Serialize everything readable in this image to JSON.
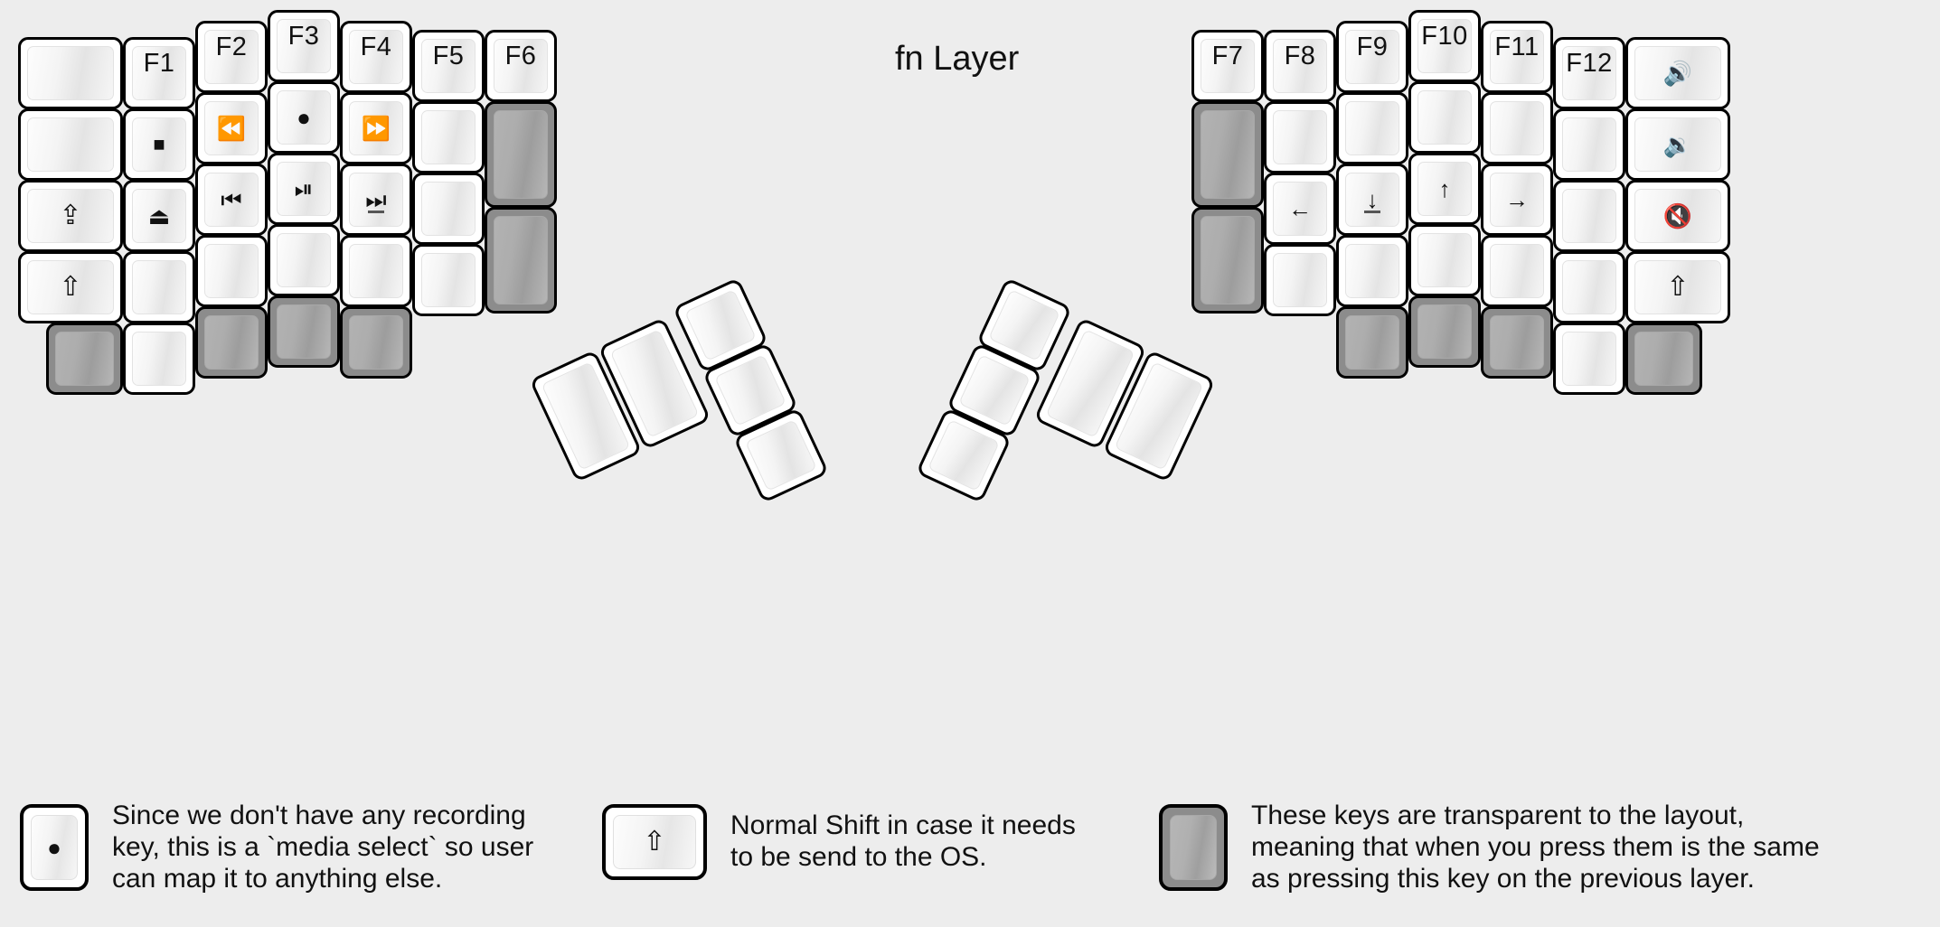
{
  "title": "fn Layer",
  "colors": {
    "background": "#ededed",
    "key_face": "#ffffff",
    "key_outline": "#000000",
    "transparent_key": "#8c8c8c"
  },
  "glyphs": {
    "record": "●",
    "stop": "■",
    "eject": "⏏",
    "rewind": "⏪",
    "fast_forward": "⏩",
    "prev_track": "⏮",
    "play_pause": "⏯",
    "next_track": "⏭",
    "shift_lock": "⇪",
    "shift": "⇧",
    "arrow_left": "←",
    "arrow_down": "↓",
    "arrow_up": "↑",
    "arrow_right": "→",
    "volume_up": "🔊",
    "volume_down": "🔉",
    "volume_mute": "🔇"
  },
  "left_half": {
    "columns": [
      {
        "name": "col-pinky-outer",
        "keys": [
          {
            "label": "",
            "icon": "",
            "type": "normal"
          },
          {
            "label": "",
            "icon": "",
            "type": "normal"
          },
          {
            "label": "",
            "icon": "shift-lock-icon",
            "type": "normal"
          },
          {
            "label": "",
            "icon": "shift-icon",
            "type": "normal"
          },
          {
            "label": "",
            "icon": "",
            "type": "transparent"
          }
        ]
      },
      {
        "name": "col-pinky",
        "keys": [
          {
            "label": "F1",
            "icon": "",
            "type": "normal"
          },
          {
            "label": "",
            "icon": "stop-icon",
            "type": "normal"
          },
          {
            "label": "",
            "icon": "eject-icon",
            "type": "normal"
          },
          {
            "label": "",
            "icon": "",
            "type": "normal"
          },
          {
            "label": "",
            "icon": "",
            "type": "normal"
          }
        ]
      },
      {
        "name": "col-ring",
        "keys": [
          {
            "label": "F2",
            "icon": "",
            "type": "normal"
          },
          {
            "label": "",
            "icon": "rewind-icon",
            "type": "normal"
          },
          {
            "label": "",
            "icon": "prev-track-icon",
            "type": "normal"
          },
          {
            "label": "",
            "icon": "",
            "type": "normal"
          },
          {
            "label": "",
            "icon": "",
            "type": "transparent"
          }
        ]
      },
      {
        "name": "col-middle",
        "keys": [
          {
            "label": "F3",
            "icon": "",
            "type": "normal"
          },
          {
            "label": "",
            "icon": "record-icon",
            "type": "normal"
          },
          {
            "label": "",
            "icon": "play-pause-icon",
            "type": "normal"
          },
          {
            "label": "",
            "icon": "",
            "type": "normal"
          },
          {
            "label": "",
            "icon": "",
            "type": "transparent"
          }
        ]
      },
      {
        "name": "col-index",
        "keys": [
          {
            "label": "F4",
            "icon": "",
            "type": "normal"
          },
          {
            "label": "",
            "icon": "fast-forward-icon",
            "type": "normal"
          },
          {
            "label": "",
            "icon": "next-track-icon",
            "type": "normal"
          },
          {
            "label": "",
            "icon": "",
            "type": "normal"
          },
          {
            "label": "",
            "icon": "",
            "type": "transparent"
          }
        ]
      },
      {
        "name": "col-index-inner",
        "keys": [
          {
            "label": "F5",
            "icon": "",
            "type": "normal"
          },
          {
            "label": "",
            "icon": "",
            "type": "normal"
          },
          {
            "label": "",
            "icon": "",
            "type": "normal"
          },
          {
            "label": "",
            "icon": "",
            "type": "normal"
          }
        ]
      },
      {
        "name": "col-inner",
        "keys": [
          {
            "label": "F6",
            "icon": "",
            "type": "normal"
          },
          {
            "label": "",
            "icon": "",
            "type": "transparent"
          },
          {
            "label": "",
            "icon": "",
            "type": "transparent"
          }
        ]
      }
    ],
    "thumb_cluster": [
      {
        "name": "thumb-left-tall-1",
        "label": "",
        "type": "normal"
      },
      {
        "name": "thumb-left-tall-2",
        "label": "",
        "type": "normal"
      },
      {
        "name": "thumb-left-small-1",
        "label": "",
        "type": "normal"
      },
      {
        "name": "thumb-left-small-2",
        "label": "",
        "type": "normal"
      },
      {
        "name": "thumb-left-small-3",
        "label": "",
        "type": "normal"
      }
    ]
  },
  "right_half": {
    "columns": [
      {
        "name": "col-inner",
        "keys": [
          {
            "label": "F7",
            "icon": "",
            "type": "normal"
          },
          {
            "label": "",
            "icon": "",
            "type": "transparent"
          },
          {
            "label": "",
            "icon": "",
            "type": "transparent"
          }
        ]
      },
      {
        "name": "col-index-inner",
        "keys": [
          {
            "label": "F8",
            "icon": "",
            "type": "normal"
          },
          {
            "label": "",
            "icon": "",
            "type": "normal"
          },
          {
            "label": "",
            "icon": "arrow-left-icon",
            "type": "normal"
          },
          {
            "label": "",
            "icon": "",
            "type": "normal"
          }
        ]
      },
      {
        "name": "col-index",
        "keys": [
          {
            "label": "F9",
            "icon": "",
            "type": "normal"
          },
          {
            "label": "",
            "icon": "",
            "type": "normal"
          },
          {
            "label": "",
            "icon": "arrow-down-icon",
            "type": "normal"
          },
          {
            "label": "",
            "icon": "",
            "type": "normal"
          },
          {
            "label": "",
            "icon": "",
            "type": "transparent"
          }
        ]
      },
      {
        "name": "col-middle",
        "keys": [
          {
            "label": "F10",
            "icon": "",
            "type": "normal"
          },
          {
            "label": "",
            "icon": "",
            "type": "normal"
          },
          {
            "label": "",
            "icon": "arrow-up-icon",
            "type": "normal"
          },
          {
            "label": "",
            "icon": "",
            "type": "normal"
          },
          {
            "label": "",
            "icon": "",
            "type": "transparent"
          }
        ]
      },
      {
        "name": "col-ring",
        "keys": [
          {
            "label": "F11",
            "icon": "",
            "type": "normal"
          },
          {
            "label": "",
            "icon": "",
            "type": "normal"
          },
          {
            "label": "",
            "icon": "arrow-right-icon",
            "type": "normal"
          },
          {
            "label": "",
            "icon": "",
            "type": "normal"
          },
          {
            "label": "",
            "icon": "",
            "type": "transparent"
          }
        ]
      },
      {
        "name": "col-pinky",
        "keys": [
          {
            "label": "F12",
            "icon": "",
            "type": "normal"
          },
          {
            "label": "",
            "icon": "",
            "type": "normal"
          },
          {
            "label": "",
            "icon": "",
            "type": "normal"
          },
          {
            "label": "",
            "icon": "",
            "type": "normal"
          },
          {
            "label": "",
            "icon": "",
            "type": "normal"
          }
        ]
      },
      {
        "name": "col-pinky-outer",
        "keys": [
          {
            "label": "",
            "icon": "volume-up-icon",
            "type": "normal"
          },
          {
            "label": "",
            "icon": "volume-down-icon",
            "type": "normal"
          },
          {
            "label": "",
            "icon": "volume-mute-icon",
            "type": "normal"
          },
          {
            "label": "",
            "icon": "shift-icon",
            "type": "normal"
          },
          {
            "label": "",
            "icon": "",
            "type": "transparent"
          }
        ]
      }
    ],
    "thumb_cluster": [
      {
        "name": "thumb-right-tall-1",
        "label": "",
        "type": "normal"
      },
      {
        "name": "thumb-right-tall-2",
        "label": "",
        "type": "normal"
      },
      {
        "name": "thumb-right-small-1",
        "label": "",
        "type": "normal"
      },
      {
        "name": "thumb-right-small-2",
        "label": "",
        "type": "normal"
      },
      {
        "name": "thumb-right-small-3",
        "label": "",
        "type": "normal"
      }
    ]
  },
  "legend": [
    {
      "key_icon": "record-icon",
      "key_type": "normal",
      "text": "Since we don't have any recording\nkey, this is a `media select` so user\ncan map it to anything else."
    },
    {
      "key_icon": "shift-icon",
      "key_type": "normal",
      "text": "Normal Shift in case it needs\nto be send to the OS."
    },
    {
      "key_icon": "",
      "key_type": "transparent",
      "text": "These keys are transparent to the layout,\nmeaning that when you press them is the same\nas pressing this key on the previous layer."
    }
  ]
}
